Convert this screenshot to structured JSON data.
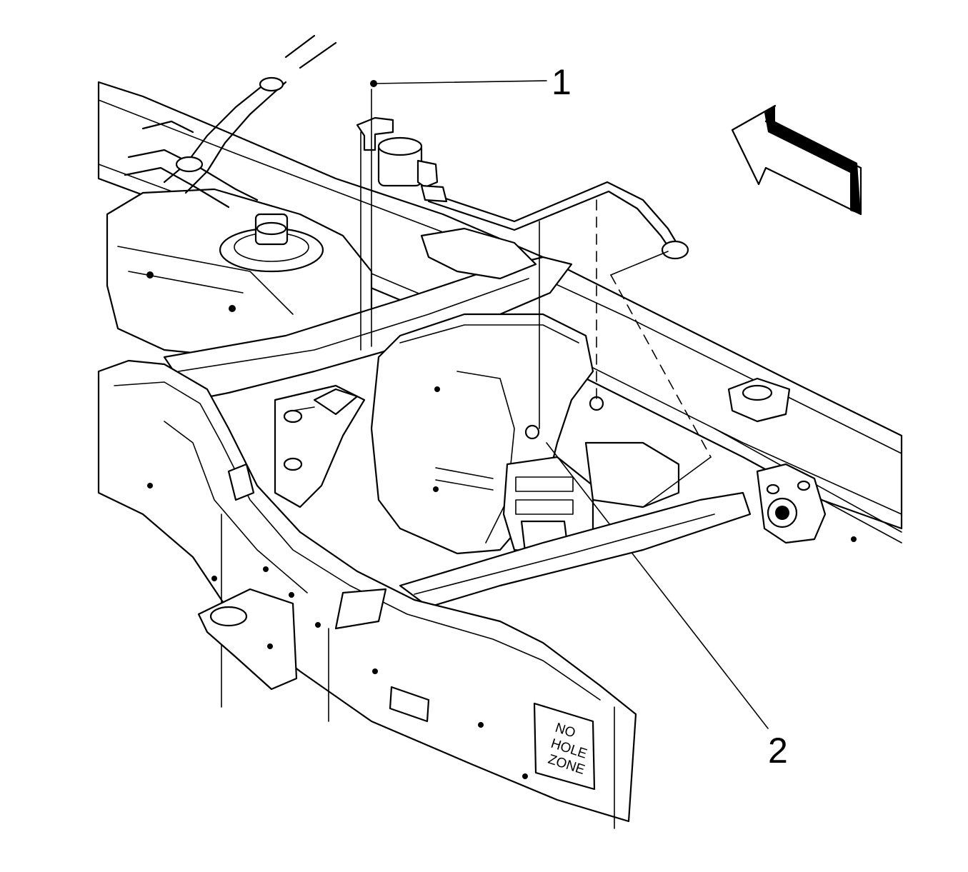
{
  "callouts": [
    {
      "id": "1",
      "label": "1"
    },
    {
      "id": "2",
      "label": "2"
    }
  ],
  "frame_label": {
    "lines": [
      "NO",
      "HOLE",
      "ZONE"
    ]
  },
  "colors": {
    "line": "#000000",
    "background": "#ffffff"
  }
}
